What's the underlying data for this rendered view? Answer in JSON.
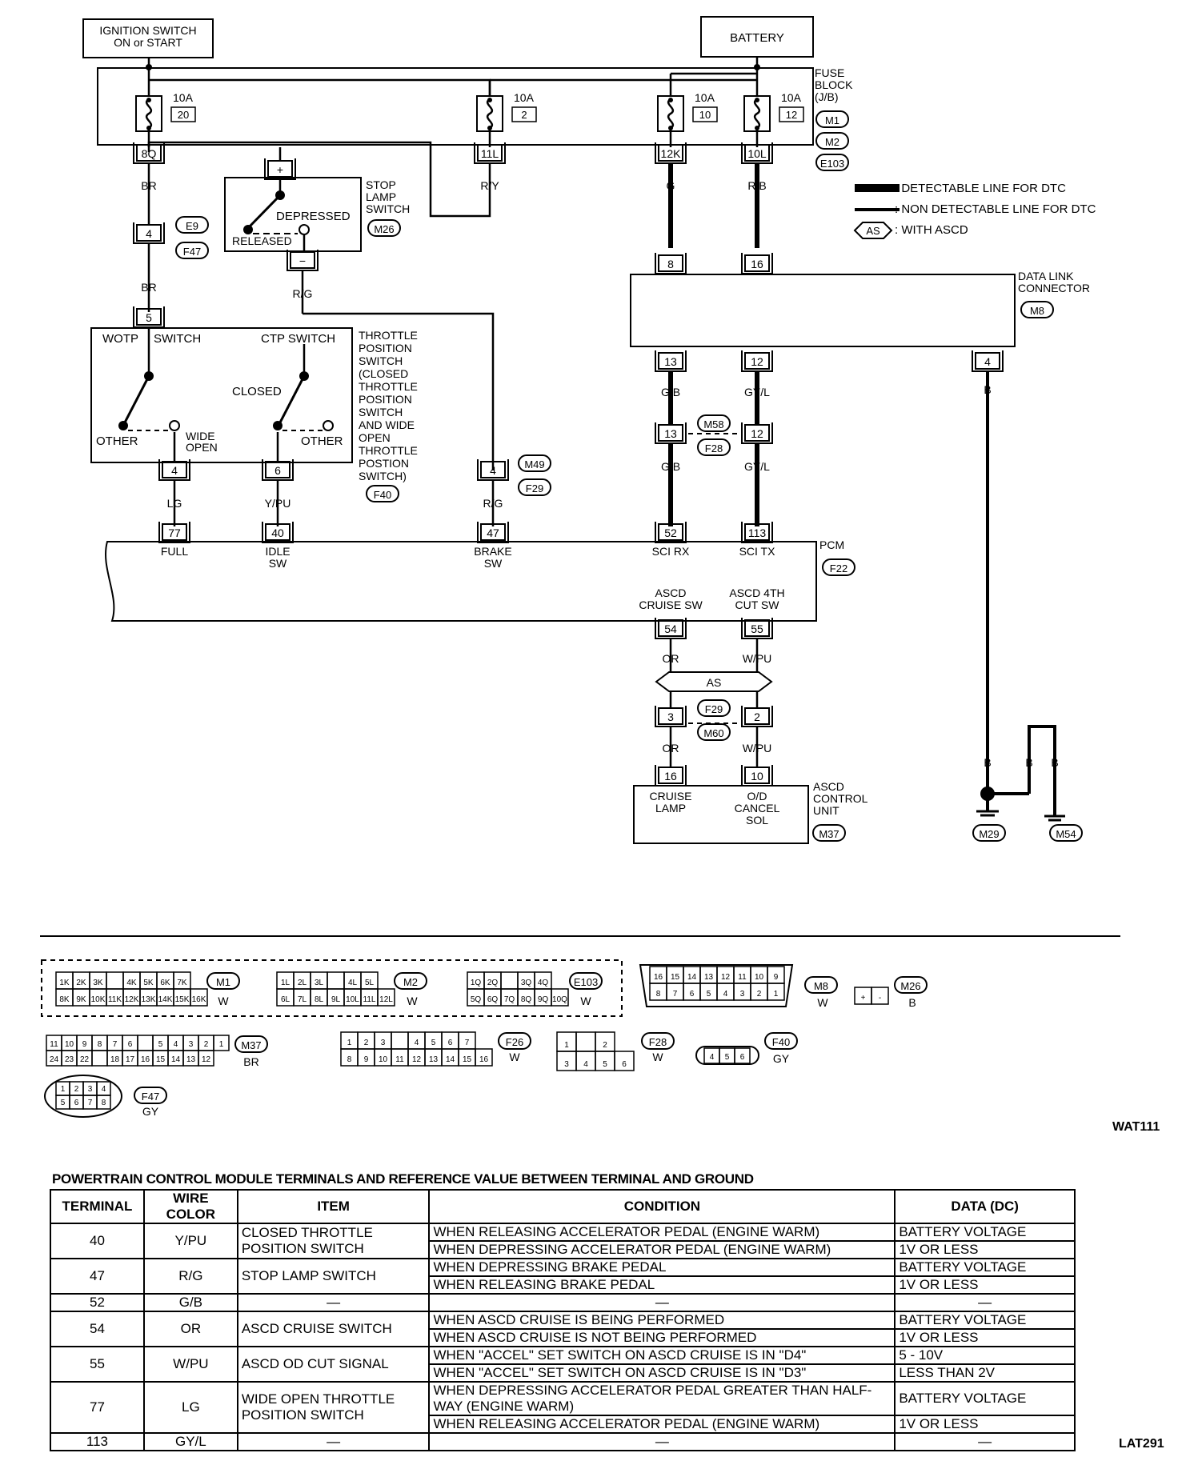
{
  "diagram_id": "AT-NONDTC-03",
  "labels": {
    "ignition": [
      "IGNITION SWITCH",
      "ON or START"
    ],
    "battery": "BATTERY",
    "fuse_block": [
      "FUSE",
      "BLOCK",
      "(J/B)"
    ],
    "fuse_block_connectors": [
      "M1",
      "M2",
      "E103"
    ],
    "fuses": [
      {
        "amp": "10A",
        "no": "20",
        "term": "8Q",
        "wire": "BR"
      },
      {
        "amp": "10A",
        "no": "2",
        "term": "11L",
        "wire": "R/Y"
      },
      {
        "amp": "10A",
        "no": "10",
        "term": "12K",
        "wire": "G"
      },
      {
        "amp": "10A",
        "no": "12",
        "term": "10L",
        "wire": "R/B"
      }
    ],
    "legend": [
      ": DETECTABLE LINE FOR DTC",
      ": NON DETECTABLE LINE FOR DTC",
      ": WITH ASCD"
    ],
    "legend_badge": "AS",
    "stop_lamp": {
      "title": [
        "STOP",
        "LAMP",
        "SWITCH"
      ],
      "conn": "M26",
      "depressed": "DEPRESSED",
      "released": "RELEASED",
      "plus": "+",
      "minus": "−",
      "wire_out": "R/G"
    },
    "joint_e9": {
      "pin": "4",
      "c1": "E9",
      "c2": "F47",
      "wire": "BR"
    },
    "throttle": {
      "pin_in": "5",
      "wotp": "WOTP",
      "switch": "SWITCH",
      "ctp": "CTP SWITCH",
      "closed": "CLOSED",
      "other1": "OTHER",
      "wide_open": [
        "WIDE",
        "OPEN"
      ],
      "other2": "OTHER",
      "title": [
        "THROTTLE",
        "POSITION",
        "SWITCH",
        "(CLOSED",
        "THROTTLE",
        "POSITION",
        "SWITCH",
        "AND WIDE",
        "OPEN",
        "THROTTLE",
        "POSTION",
        "SWITCH)"
      ],
      "conn": "F40",
      "pin_a": "4",
      "wire_a": "LG",
      "pin_b": "6",
      "wire_b": "Y/PU"
    },
    "brake_joint": {
      "pin": "4",
      "c1": "M49",
      "c2": "F29",
      "wire": "R/G"
    },
    "dlc": {
      "title": [
        "DATA LINK",
        "CONNECTOR"
      ],
      "conn": "M8",
      "pins_top": [
        "8",
        "16"
      ],
      "pins_bottom": [
        "13",
        "12",
        "4"
      ],
      "wires": [
        "G/B",
        "GY/L",
        "B"
      ]
    },
    "joint_m58": {
      "pins": [
        "13",
        "12"
      ],
      "c1": "M58",
      "c2": "F28",
      "wires": [
        "G/B",
        "GY/L"
      ]
    },
    "pcm": {
      "title": "PCM",
      "conn": "F22",
      "pins": [
        {
          "no": "77",
          "name": [
            "FULL"
          ]
        },
        {
          "no": "40",
          "name": [
            "IDLE",
            "SW"
          ]
        },
        {
          "no": "47",
          "name": [
            "BRAKE",
            "SW"
          ]
        },
        {
          "no": "52",
          "name": [
            "SCI RX"
          ]
        },
        {
          "no": "113",
          "name": [
            "SCI TX"
          ]
        }
      ],
      "bottom_pins": [
        {
          "no": "54",
          "name": [
            "ASCD",
            "CRUISE SW"
          ],
          "wire": "OR"
        },
        {
          "no": "55",
          "name": [
            "ASCD 4TH",
            "CUT SW"
          ],
          "wire": "W/PU"
        }
      ]
    },
    "as_band": "AS",
    "joint_f29": {
      "pins": [
        "3",
        "2"
      ],
      "c1": "F29",
      "c2": "M60",
      "wires": [
        "OR",
        "W/PU"
      ]
    },
    "ascd": {
      "title": [
        "ASCD",
        "CONTROL",
        "UNIT"
      ],
      "conn": "M37",
      "pins": [
        {
          "no": "16",
          "name": [
            "CRUISE",
            "LAMP"
          ]
        },
        {
          "no": "10",
          "name": [
            "O/D",
            "CANCEL",
            "SOL"
          ]
        }
      ]
    },
    "grounds": {
      "wires": [
        "B",
        "B",
        "B"
      ],
      "conns": [
        "M29",
        "M54"
      ]
    },
    "connector_views": [
      {
        "id": "M1",
        "color": "W",
        "row1": [
          "1K",
          "2K",
          "3K",
          "",
          "4K",
          "5K",
          "6K",
          "7K"
        ],
        "row2": [
          "8K",
          "9K",
          "10K",
          "11K",
          "12K",
          "13K",
          "14K",
          "15K",
          "16K"
        ]
      },
      {
        "id": "M2",
        "color": "W",
        "row1": [
          "1L",
          "2L",
          "3L",
          "",
          "4L",
          "5L"
        ],
        "row2": [
          "6L",
          "7L",
          "8L",
          "9L",
          "10L",
          "11L",
          "12L"
        ]
      },
      {
        "id": "E103",
        "color": "W",
        "row1": [
          "1Q",
          "2Q",
          "",
          "3Q",
          "4Q"
        ],
        "row2": [
          "5Q",
          "6Q",
          "7Q",
          "8Q",
          "9Q",
          "10Q"
        ]
      },
      {
        "id": "M8",
        "color": "W",
        "row1": [
          "16",
          "15",
          "14",
          "13",
          "12",
          "11",
          "10",
          "9"
        ],
        "row2": [
          "8",
          "7",
          "6",
          "5",
          "4",
          "3",
          "2",
          "1"
        ]
      },
      {
        "id": "M26",
        "color": "B",
        "row1": [
          "+",
          "-"
        ],
        "row2": []
      },
      {
        "id": "M37",
        "color": "BR",
        "row1": [
          "11",
          "10",
          "9",
          "8",
          "7",
          "6",
          "",
          "5",
          "4",
          "3",
          "2",
          "1"
        ],
        "row2": [
          "24",
          "23",
          "22",
          "",
          "18",
          "17",
          "16",
          "15",
          "14",
          "13",
          "12"
        ]
      },
      {
        "id": "F26",
        "color": "W",
        "row1": [
          "1",
          "2",
          "3",
          "",
          "4",
          "5",
          "6",
          "7"
        ],
        "row2": [
          "8",
          "9",
          "10",
          "11",
          "12",
          "13",
          "14",
          "15",
          "16"
        ]
      },
      {
        "id": "F28",
        "color": "W",
        "row1": [
          "1",
          "",
          "2"
        ],
        "row2": [
          "3",
          "4",
          "5",
          "6"
        ]
      },
      {
        "id": "F40",
        "color": "GY",
        "row1": [
          "4",
          "5",
          "6"
        ],
        "row2": []
      },
      {
        "id": "F47",
        "color": "GY",
        "row1": [
          "1",
          "2",
          "3",
          "4"
        ],
        "row2": [
          "5",
          "6",
          "7",
          "8"
        ]
      }
    ],
    "code_wat": "WAT111",
    "code_lat": "LAT291"
  },
  "table": {
    "title": "POWERTRAIN CONTROL MODULE TERMINALS AND REFERENCE VALUE BETWEEN TERMINAL AND GROUND",
    "headers": [
      "TERMINAL",
      "WIRE COLOR",
      "ITEM",
      "CONDITION",
      "DATA (DC)"
    ],
    "rows": [
      {
        "terminal": "40",
        "wire": "Y/PU",
        "item": "CLOSED THROTTLE POSITION SWITCH",
        "conditions": [
          "WHEN RELEASING ACCELERATOR PEDAL (ENGINE WARM)",
          "WHEN DEPRESSING ACCELERATOR PEDAL (ENGINE WARM)"
        ],
        "data": [
          "BATTERY VOLTAGE",
          "1V OR LESS"
        ]
      },
      {
        "terminal": "47",
        "wire": "R/G",
        "item": "STOP LAMP SWITCH",
        "conditions": [
          "WHEN DEPRESSING BRAKE PEDAL",
          "WHEN RELEASING BRAKE PEDAL"
        ],
        "data": [
          "BATTERY VOLTAGE",
          "1V OR LESS"
        ]
      },
      {
        "terminal": "52",
        "wire": "G/B",
        "item": "—",
        "conditions": [
          "—"
        ],
        "data": [
          "—"
        ]
      },
      {
        "terminal": "54",
        "wire": "OR",
        "item": "ASCD CRUISE SWITCH",
        "conditions": [
          "WHEN ASCD CRUISE IS BEING PERFORMED",
          "WHEN ASCD CRUISE IS NOT BEING PERFORMED"
        ],
        "data": [
          "BATTERY VOLTAGE",
          "1V OR LESS"
        ]
      },
      {
        "terminal": "55",
        "wire": "W/PU",
        "item": "ASCD OD CUT SIGNAL",
        "conditions": [
          "WHEN \"ACCEL\" SET SWITCH ON ASCD CRUISE IS IN \"D4\"",
          "WHEN \"ACCEL\" SET SWITCH ON ASCD CRUISE IS IN \"D3\""
        ],
        "data": [
          "5 - 10V",
          "LESS THAN 2V"
        ]
      },
      {
        "terminal": "77",
        "wire": "LG",
        "item": "WIDE OPEN THROTTLE POSITION SWITCH",
        "conditions": [
          "WHEN DEPRESSING ACCELERATOR PEDAL GREATER THAN HALF-WAY (ENGINE WARM)",
          "WHEN RELEASING ACCELERATOR PEDAL (ENGINE WARM)"
        ],
        "data": [
          "BATTERY VOLTAGE",
          "1V OR LESS"
        ]
      },
      {
        "terminal": "113",
        "wire": "GY/L",
        "item": "—",
        "conditions": [
          "—"
        ],
        "data": [
          "—"
        ]
      }
    ]
  }
}
